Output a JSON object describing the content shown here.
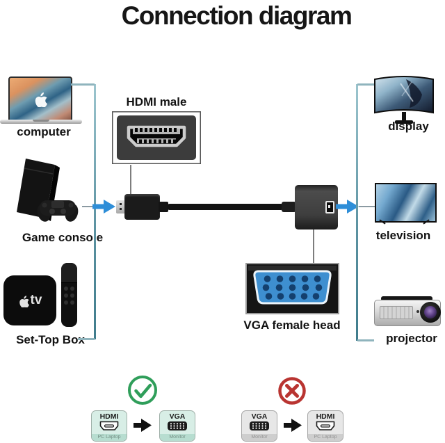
{
  "title": "Connection diagram",
  "sources": {
    "computer": "computer",
    "game_console": "Game console",
    "set_top_box": "Set-Top Box",
    "set_top_box_logo": "tv"
  },
  "adapter": {
    "hdmi_male_label": "HDMI male",
    "vga_female_label": "VGA female head"
  },
  "outputs": {
    "display": "display",
    "television": "television",
    "projector": "projector"
  },
  "compatibility": {
    "correct": {
      "from_type": "HDMI",
      "from_device": "PC Laptop",
      "to_type": "VGA",
      "to_device": "Monitor"
    },
    "wrong": {
      "from_type": "VGA",
      "from_device": "Monitor",
      "to_type": "HDMI",
      "to_device": "PC Laptop"
    }
  },
  "colors": {
    "connector_line": "#5d93a2",
    "arrow_blue": "#2e8ed8",
    "check_green": "#2f9e5a",
    "cross_red": "#b93431",
    "correct_box_bg": "#d8eee6",
    "wrong_box_bg": "#e7e7e7"
  }
}
